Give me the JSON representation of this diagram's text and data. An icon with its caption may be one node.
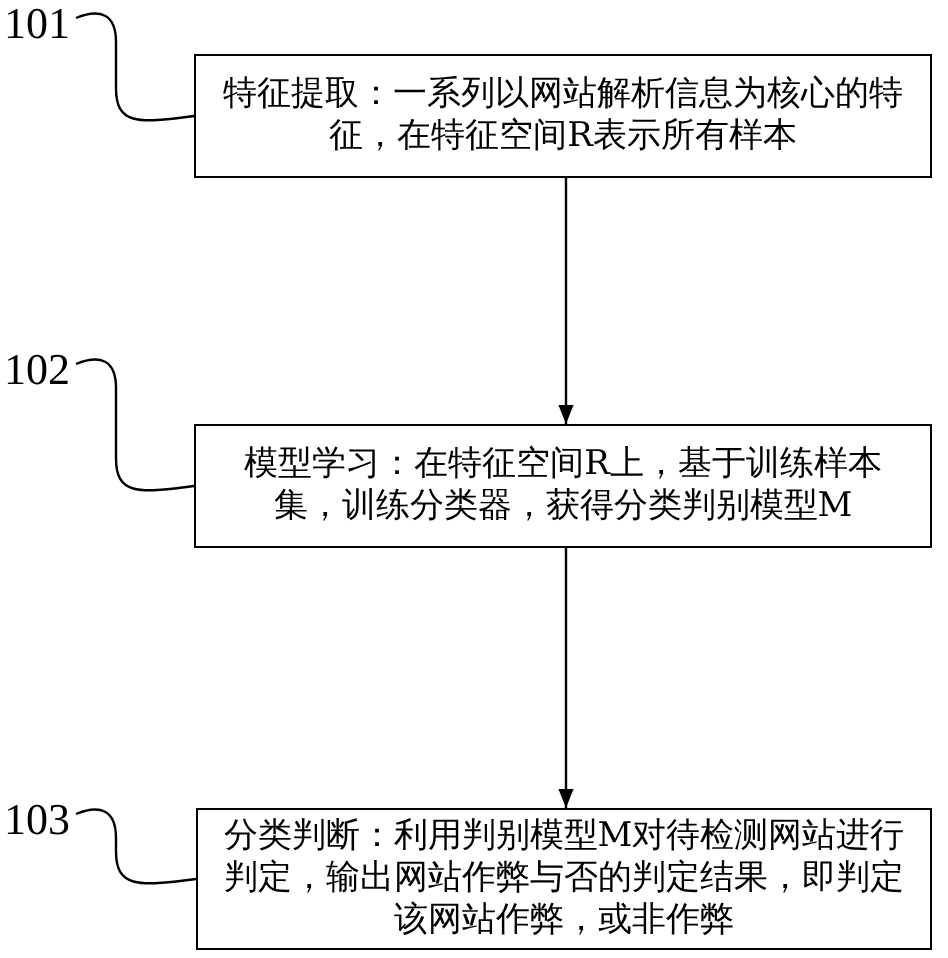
{
  "diagram": {
    "nodes": [
      {
        "text": [
          "101"
        ]
      },
      {
        "text": [
          "特征提取：一系列以网站解析信息为核心的特征，在特征空间R表示所有样本"
        ]
      },
      {
        "text": [
          "102"
        ]
      },
      {
        "text": [
          "模型学习：在特征空间R上，基于训练样本集，训练分类器，获得分类判别模型M"
        ]
      },
      {
        "text": [
          "103"
        ]
      },
      {
        "text": [
          "分类判断：利用判别模型M对待检测网站进行判定，输出网站作弊与否的判定结果，即判定该网站作弊，或非作弊"
        ]
      }
    ],
    "edges": [
      {
        "from": 0,
        "to": 1,
        "arrow": "none"
      },
      {
        "from": 1,
        "to": 3,
        "arrow": "to"
      },
      {
        "from": 2,
        "to": 3,
        "arrow": "none"
      },
      {
        "from": 3,
        "to": 5,
        "arrow": "to"
      },
      {
        "from": 4,
        "to": 5,
        "arrow": "none"
      }
    ]
  }
}
